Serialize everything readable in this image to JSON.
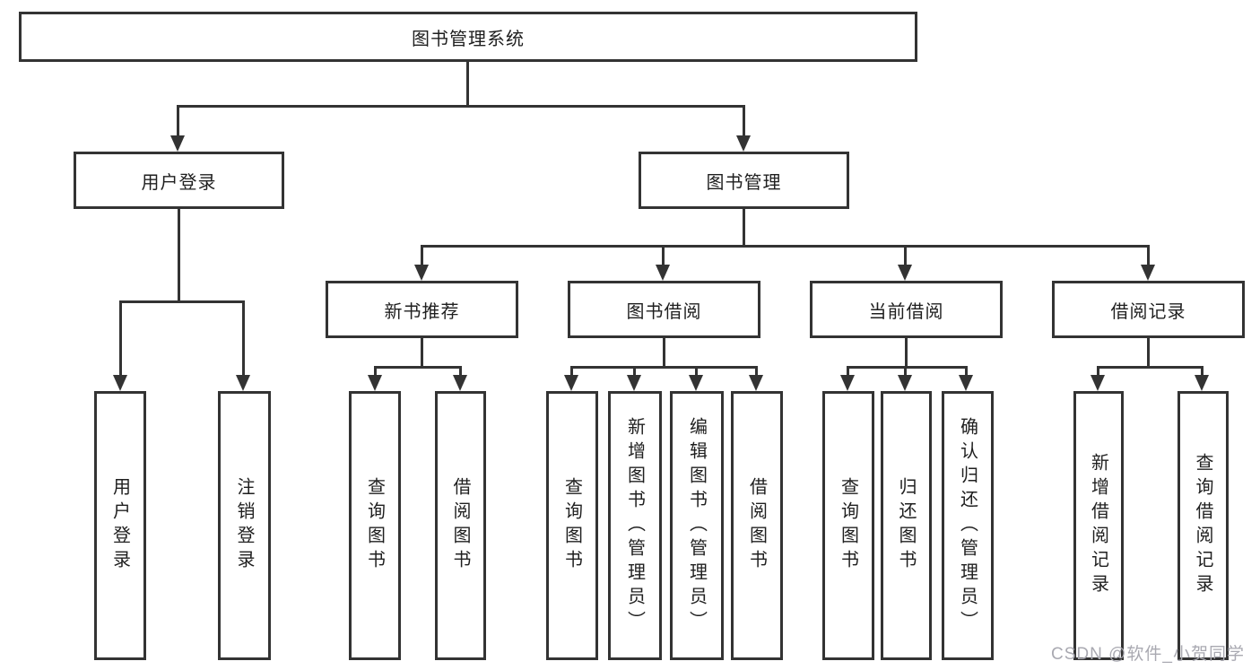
{
  "colors": {
    "line": "#333333",
    "box_border": "#333333",
    "background": "#ffffff",
    "text": "#1f1f1f",
    "watermark": "#a9a9b1"
  },
  "tree": {
    "root": {
      "label": "图书管理系统"
    },
    "children": [
      {
        "label": "用户登录",
        "children": [
          {
            "label": "用户登录"
          },
          {
            "label": "注销登录"
          }
        ]
      },
      {
        "label": "图书管理",
        "children": [
          {
            "label": "新书推荐",
            "children": [
              {
                "label": "查询图书"
              },
              {
                "label": "借阅图书"
              }
            ]
          },
          {
            "label": "图书借阅",
            "children": [
              {
                "label": "查询图书"
              },
              {
                "label": "新增图书（管理员）"
              },
              {
                "label": "编辑图书（管理员）"
              },
              {
                "label": "借阅图书"
              }
            ]
          },
          {
            "label": "当前借阅",
            "children": [
              {
                "label": "查询图书"
              },
              {
                "label": "归还图书"
              },
              {
                "label": "确认归还（管理员）"
              }
            ]
          },
          {
            "label": "借阅记录",
            "children": [
              {
                "label": "新增借阅记录"
              },
              {
                "label": "查询借阅记录"
              }
            ]
          }
        ]
      }
    ]
  },
  "watermark": {
    "text": "CSDN @软件_小贺同学"
  }
}
